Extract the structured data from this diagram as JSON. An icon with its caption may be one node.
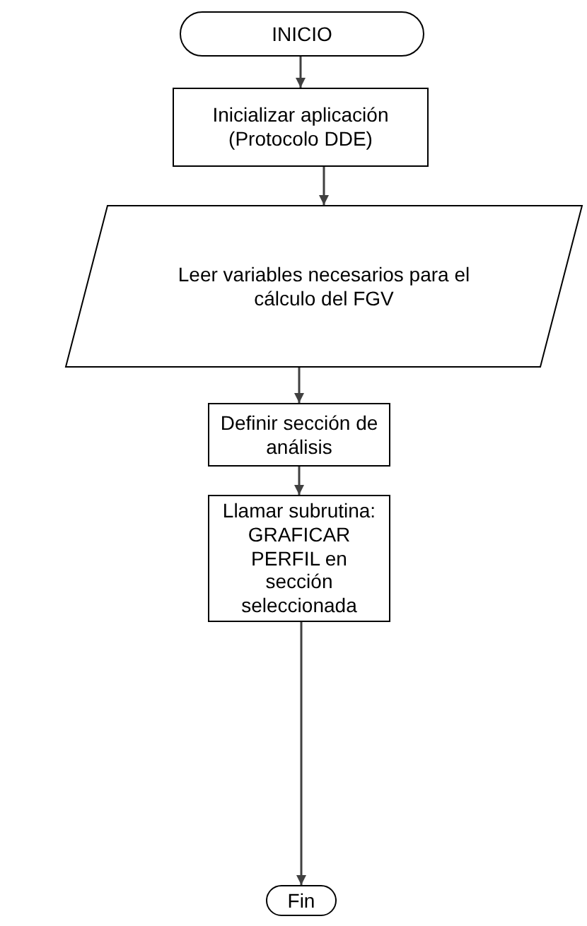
{
  "diagram": {
    "nodes": [
      {
        "text": [
          "INICIO"
        ]
      },
      {
        "text": [
          "Inicializar aplicación (Protocolo DDE)"
        ]
      },
      {
        "text": [
          "Leer variables necesarios para el cálculo del FGV"
        ]
      },
      {
        "text": [
          "Definir sección de análisis"
        ]
      },
      {
        "text": [
          "Llamar subrutina: GRAFICAR PERFIL en sección seleccionada"
        ]
      },
      {
        "text": [
          "Fin"
        ]
      }
    ],
    "edges": [
      {
        "from": 0,
        "to": 1,
        "arrow": "to"
      },
      {
        "from": 1,
        "to": 2,
        "arrow": "to"
      },
      {
        "from": 2,
        "to": 3,
        "arrow": "to"
      },
      {
        "from": 3,
        "to": 4,
        "arrow": "to"
      },
      {
        "from": 4,
        "to": 5,
        "arrow": "to"
      }
    ]
  }
}
